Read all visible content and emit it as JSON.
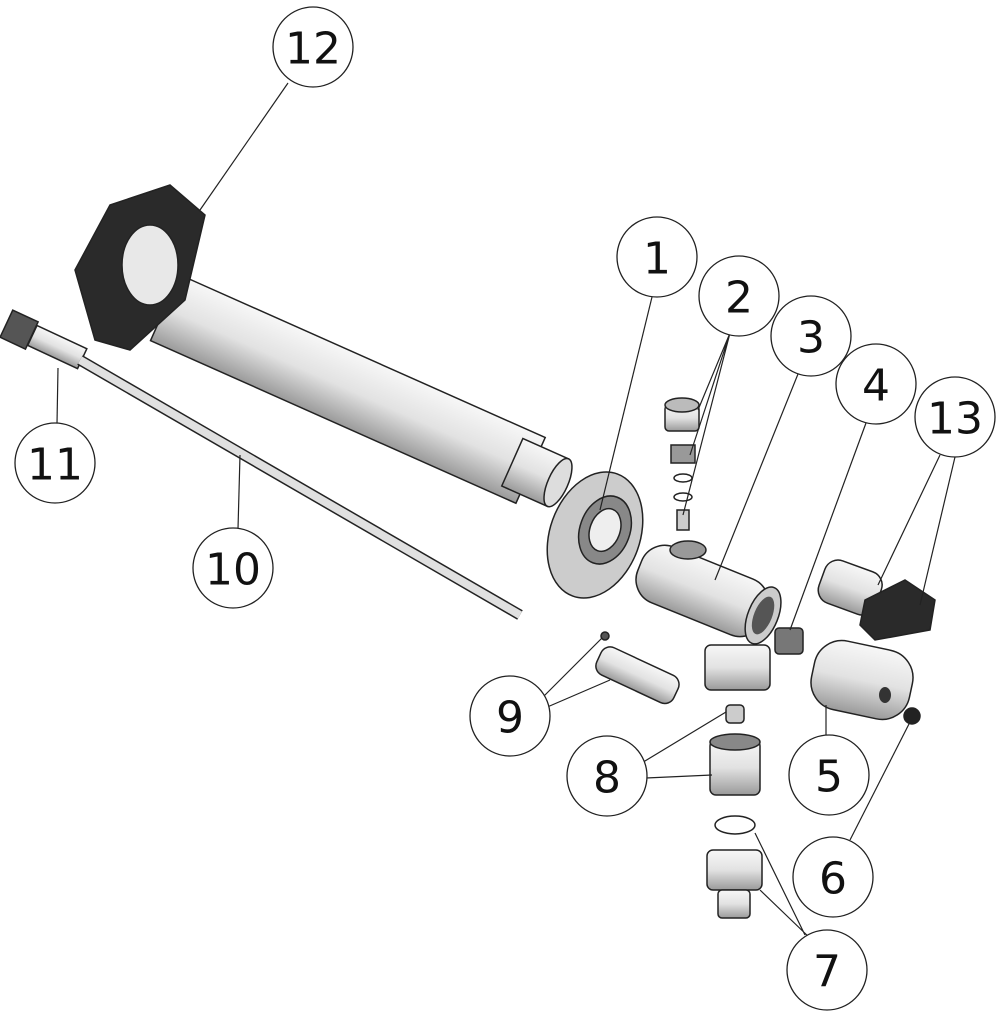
{
  "diagram": {
    "callouts": [
      {
        "id": "12",
        "label": "12"
      },
      {
        "id": "1",
        "label": "1"
      },
      {
        "id": "2",
        "label": "2"
      },
      {
        "id": "3",
        "label": "3"
      },
      {
        "id": "4",
        "label": "4"
      },
      {
        "id": "13",
        "label": "13"
      },
      {
        "id": "11",
        "label": "11"
      },
      {
        "id": "10",
        "label": "10"
      },
      {
        "id": "9",
        "label": "9"
      },
      {
        "id": "8",
        "label": "8"
      },
      {
        "id": "5",
        "label": "5"
      },
      {
        "id": "6",
        "label": "6"
      },
      {
        "id": "7",
        "label": "7"
      }
    ],
    "colors": {
      "line": "#222222",
      "metal": "#e6e6e6",
      "dark": "#2a2a2a"
    }
  }
}
